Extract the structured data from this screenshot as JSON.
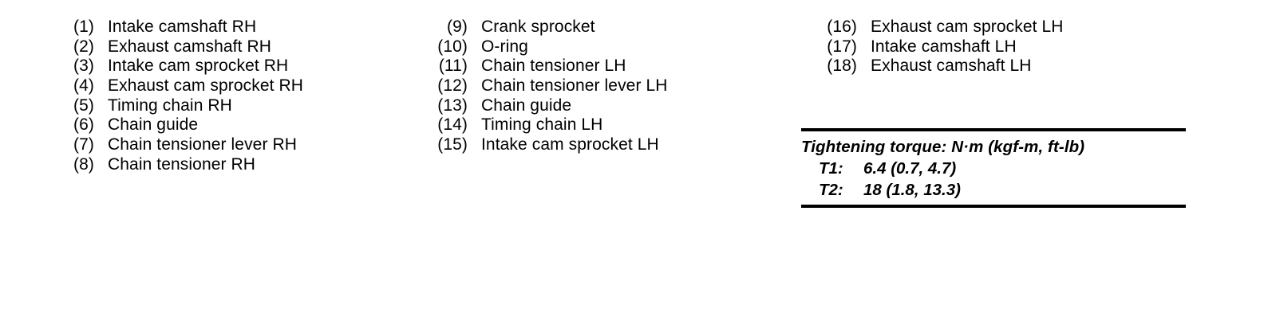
{
  "legend": {
    "columns": [
      {
        "name": "column-1",
        "items": [
          {
            "index": "(1)",
            "label": "Intake camshaft RH"
          },
          {
            "index": "(2)",
            "label": "Exhaust camshaft RH"
          },
          {
            "index": "(3)",
            "label": "Intake cam sprocket RH"
          },
          {
            "index": "(4)",
            "label": "Exhaust cam sprocket RH"
          },
          {
            "index": "(5)",
            "label": "Timing chain RH"
          },
          {
            "index": "(6)",
            "label": "Chain guide"
          },
          {
            "index": "(7)",
            "label": "Chain tensioner lever RH"
          },
          {
            "index": "(8)",
            "label": "Chain tensioner RH"
          }
        ]
      },
      {
        "name": "column-2",
        "items": [
          {
            "index": "(9)",
            "label": "Crank sprocket"
          },
          {
            "index": "(10)",
            "label": "O-ring"
          },
          {
            "index": "(11)",
            "label": "Chain tensioner LH"
          },
          {
            "index": "(12)",
            "label": "Chain tensioner lever LH"
          },
          {
            "index": "(13)",
            "label": "Chain guide"
          },
          {
            "index": "(14)",
            "label": "Timing chain LH"
          },
          {
            "index": "(15)",
            "label": "Intake cam sprocket LH"
          }
        ]
      },
      {
        "name": "column-3",
        "items": [
          {
            "index": "(16)",
            "label": "Exhaust cam sprocket LH"
          },
          {
            "index": "(17)",
            "label": "Intake camshaft LH"
          },
          {
            "index": "(18)",
            "label": "Exhaust camshaft LH"
          }
        ]
      }
    ]
  },
  "torque_table": {
    "title": "Tightening torque: N·m (kgf-m, ft-lb)",
    "rows": [
      {
        "key": "T1:",
        "value": "6.4 (0.7, 4.7)"
      },
      {
        "key": "T2:",
        "value": "18 (1.8, 13.3)"
      }
    ]
  },
  "colors": {
    "background": "#ffffff",
    "text": "#000000",
    "rule": "#000000"
  }
}
